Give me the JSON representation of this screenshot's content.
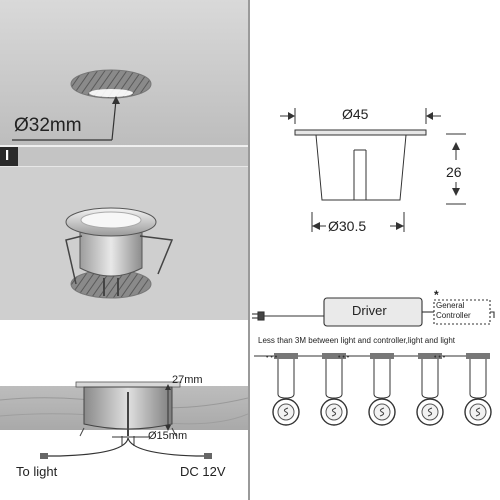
{
  "install_panel": {
    "hole_label": "Ø32mm",
    "step_marker": "I"
  },
  "dimension_panel": {
    "top_diameter": "Ø45",
    "height": "26",
    "base_diameter": "Ø30.5"
  },
  "wiring_panel": {
    "driver_label": "Driver",
    "controller_label": "General\nController",
    "asterisk": "*",
    "distance_note": "Less than 3M between light and controller,light and light",
    "ellipsis": "• • •",
    "light_count_shown": 5
  },
  "section_panel": {
    "depth_label": "27mm",
    "cable_diameter": "Ø15mm",
    "left_lead": "To light",
    "right_lead": "DC 12V"
  },
  "colors": {
    "panel_gray": "#cfcfcf",
    "divider": "#9a9a9a",
    "line": "#333333"
  }
}
